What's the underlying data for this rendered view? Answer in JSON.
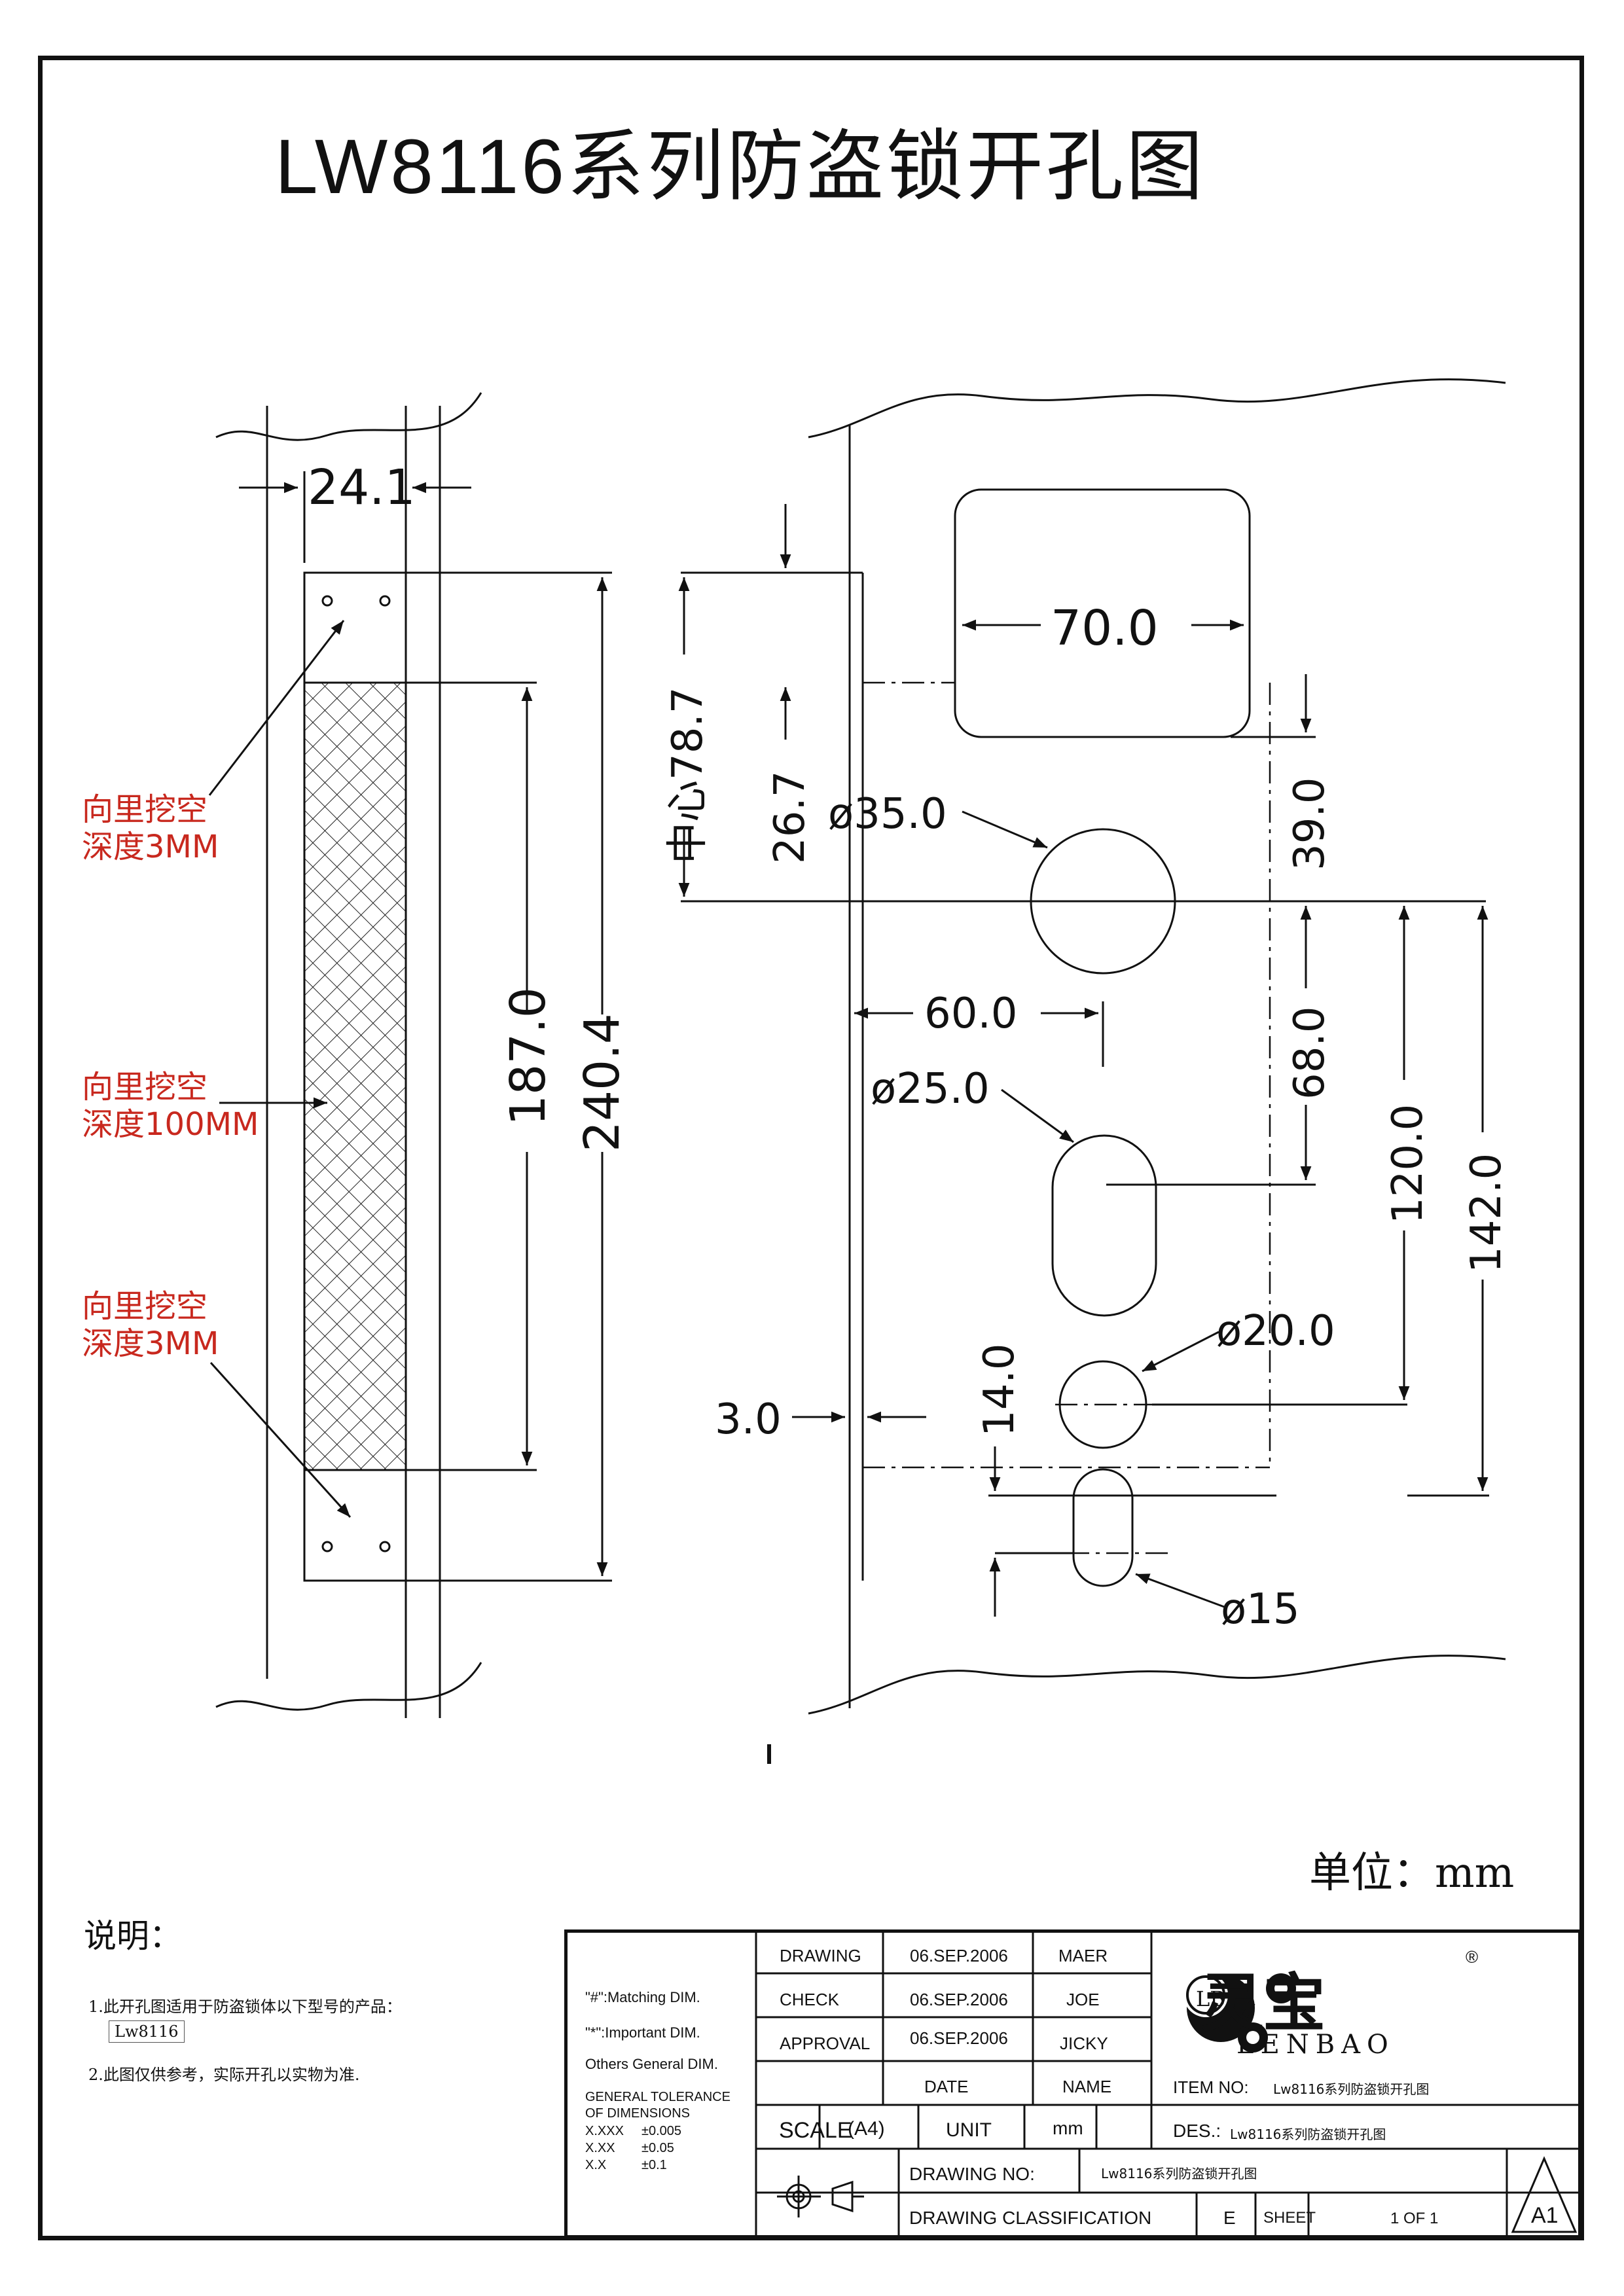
{
  "title": "LW8116系列防盗锁开孔图",
  "left_view": {
    "width_dim": "24.1",
    "dim_inner": "187.0",
    "dim_outer": "240.4",
    "label_top": [
      "向里挖空",
      "深度3MM"
    ],
    "label_mid": [
      "向里挖空",
      "深度100MM"
    ],
    "label_bot": [
      "向里挖空",
      "深度3MM"
    ]
  },
  "right_view": {
    "dim_70": "70.0",
    "dim_78_7": "中心78.7",
    "dim_26_7": "26.7",
    "dim_phi35": "ø35.0",
    "dim_39": "39.0",
    "dim_60": "60.0",
    "dim_phi25": "ø25.0",
    "dim_68": "68.0",
    "dim_120": "120.0",
    "dim_142": "142.0",
    "dim_phi20": "ø20.0",
    "dim_14": "14.0",
    "dim_3": "3.0",
    "dim_phi15": "ø15"
  },
  "unit": "单位：mm",
  "notes": {
    "title": "说明：",
    "items": [
      "1.此开孔图适用于防盗锁体以下型号的产品：",
      "2.此图仅供参考，实际开孔以实物为准."
    ],
    "model": "Lw8116"
  },
  "title_block": {
    "legend": [
      "\"#\":Matching DIM.",
      "\"*\":Important DIM.",
      "Others General DIM."
    ],
    "tolerance_title": [
      "GENERAL TOLERANCE",
      "OF DIMENSIONS"
    ],
    "tolerances": [
      {
        "fmt": "X.XXX",
        "val": "±0.005"
      },
      {
        "fmt": "X.XX",
        "val": "±0.05"
      },
      {
        "fmt": "X.X",
        "val": "±0.1"
      }
    ],
    "rows": [
      {
        "role": "DRAWING",
        "date": "06.SEP.2006",
        "name": "MAER"
      },
      {
        "role": "CHECK",
        "date": "06.SEP.2006",
        "name": "JOE"
      },
      {
        "role": "APPROVAL",
        "date": "06.SEP.2006",
        "name": "JICKY"
      }
    ],
    "date_header": "DATE",
    "name_header": "NAME",
    "scale_label": "SCALE",
    "scale_value": "(A4)",
    "unit_label": "UNIT",
    "unit_value": "mm",
    "item_no_label": "ITEM NO:",
    "item_no_value": "Lw8116系列防盗锁开孔图",
    "des_label": "DES.:",
    "des_value": "Lw8116系列防盗锁开孔图",
    "drawing_no_label": "DRAWING NO:",
    "drawing_no_value": "Lw8116系列防盗锁开孔图",
    "classification_label": "DRAWING CLASSIFICATION",
    "classification_value": "E",
    "sheet_label": "SHEET",
    "sheet_value": "1 OF 1",
    "size_mark": "A1",
    "brand_cn": "灵宝",
    "brand_en": "LENBAO",
    "logo_letters": "LB",
    "registered": "®"
  }
}
